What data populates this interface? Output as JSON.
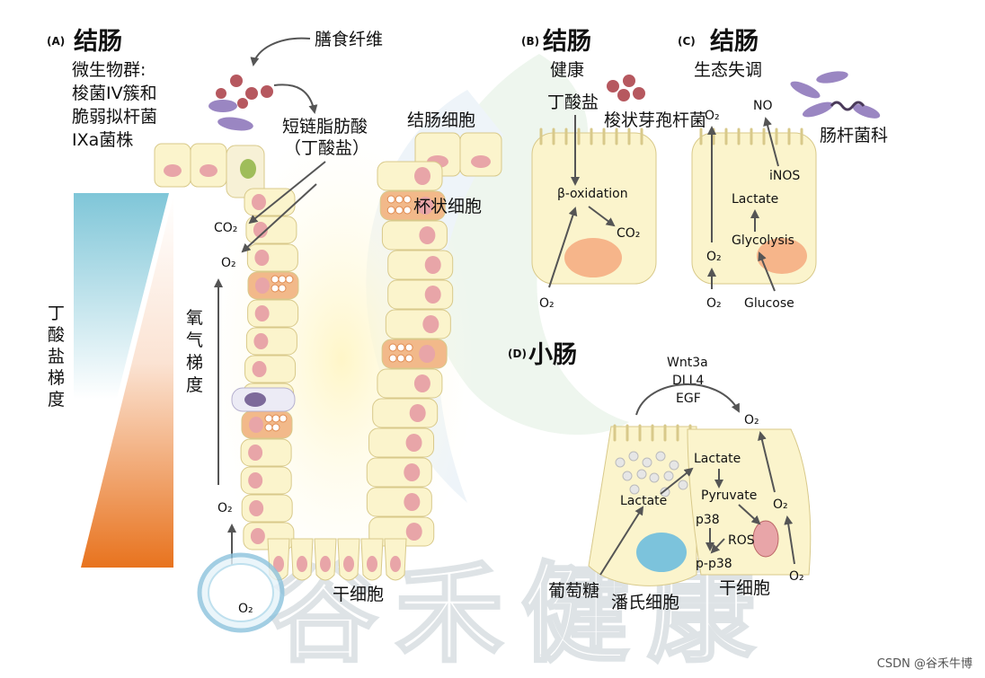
{
  "colors": {
    "cell_fill": "#fbf4cc",
    "cell_stroke": "#d8c98a",
    "nucleus": "#e8a5a8",
    "goblet": "#f2b98a",
    "arrow": "#555555",
    "butyrate_gradient_top": "#7fc6d8",
    "oxygen_gradient_bottom": "#e8731e",
    "watermark": "#c8dce0"
  },
  "panel_a": {
    "tag": "(A)",
    "title": "结肠",
    "microbiota_lines": [
      "微生物群:",
      "梭菌IV簇和",
      "脆弱拟杆菌",
      "IXa菌株"
    ],
    "dietary_fiber": "膳食纤维",
    "scfa_line1": "短链脂肪酸",
    "scfa_line2": "（丁酸盐）",
    "colonocyte": "结肠细胞",
    "goblet_cell": "杯状细胞",
    "stem_cell": "干细胞",
    "co2": "CO₂",
    "o2": "O₂",
    "butyrate_gradient": "丁酸盐梯度",
    "oxygen_gradient": "氧气梯度"
  },
  "panel_b": {
    "tag": "(B)",
    "title": "结肠",
    "subtitle": "健康",
    "butyrate": "丁酸盐",
    "clostridia": "梭状芽孢杆菌",
    "beta_ox": "β-oxidation",
    "co2": "CO₂",
    "o2": "O₂"
  },
  "panel_c": {
    "tag": "(C)",
    "title": "结肠",
    "subtitle": "生态失调",
    "enterobacteriaceae": "肠杆菌科",
    "no": "NO",
    "inos": "iNOS",
    "lactate": "Lactate",
    "glycolysis": "Glycolysis",
    "glucose": "Glucose",
    "o2_top": "O₂",
    "o2_mid": "O₂",
    "o2_bottom": "O₂"
  },
  "panel_d": {
    "tag": "(D)",
    "title": "小肠",
    "signals": [
      "Wnt3a",
      "DLL4",
      "EGF"
    ],
    "o2_top": "O₂",
    "lactate_paneth": "Lactate",
    "lactate_stem": "Lactate",
    "pyruvate": "Pyruvate",
    "o2_cell": "O₂",
    "p38": "p38",
    "ros": "ROS",
    "pp38": "p-p38",
    "o2_bottom": "O₂",
    "glucose": "葡萄糖",
    "paneth_cell": "潘氏细胞",
    "stem_cell": "干细胞"
  },
  "watermark_text": "谷禾健康",
  "credit": "CSDN @谷禾牛博"
}
